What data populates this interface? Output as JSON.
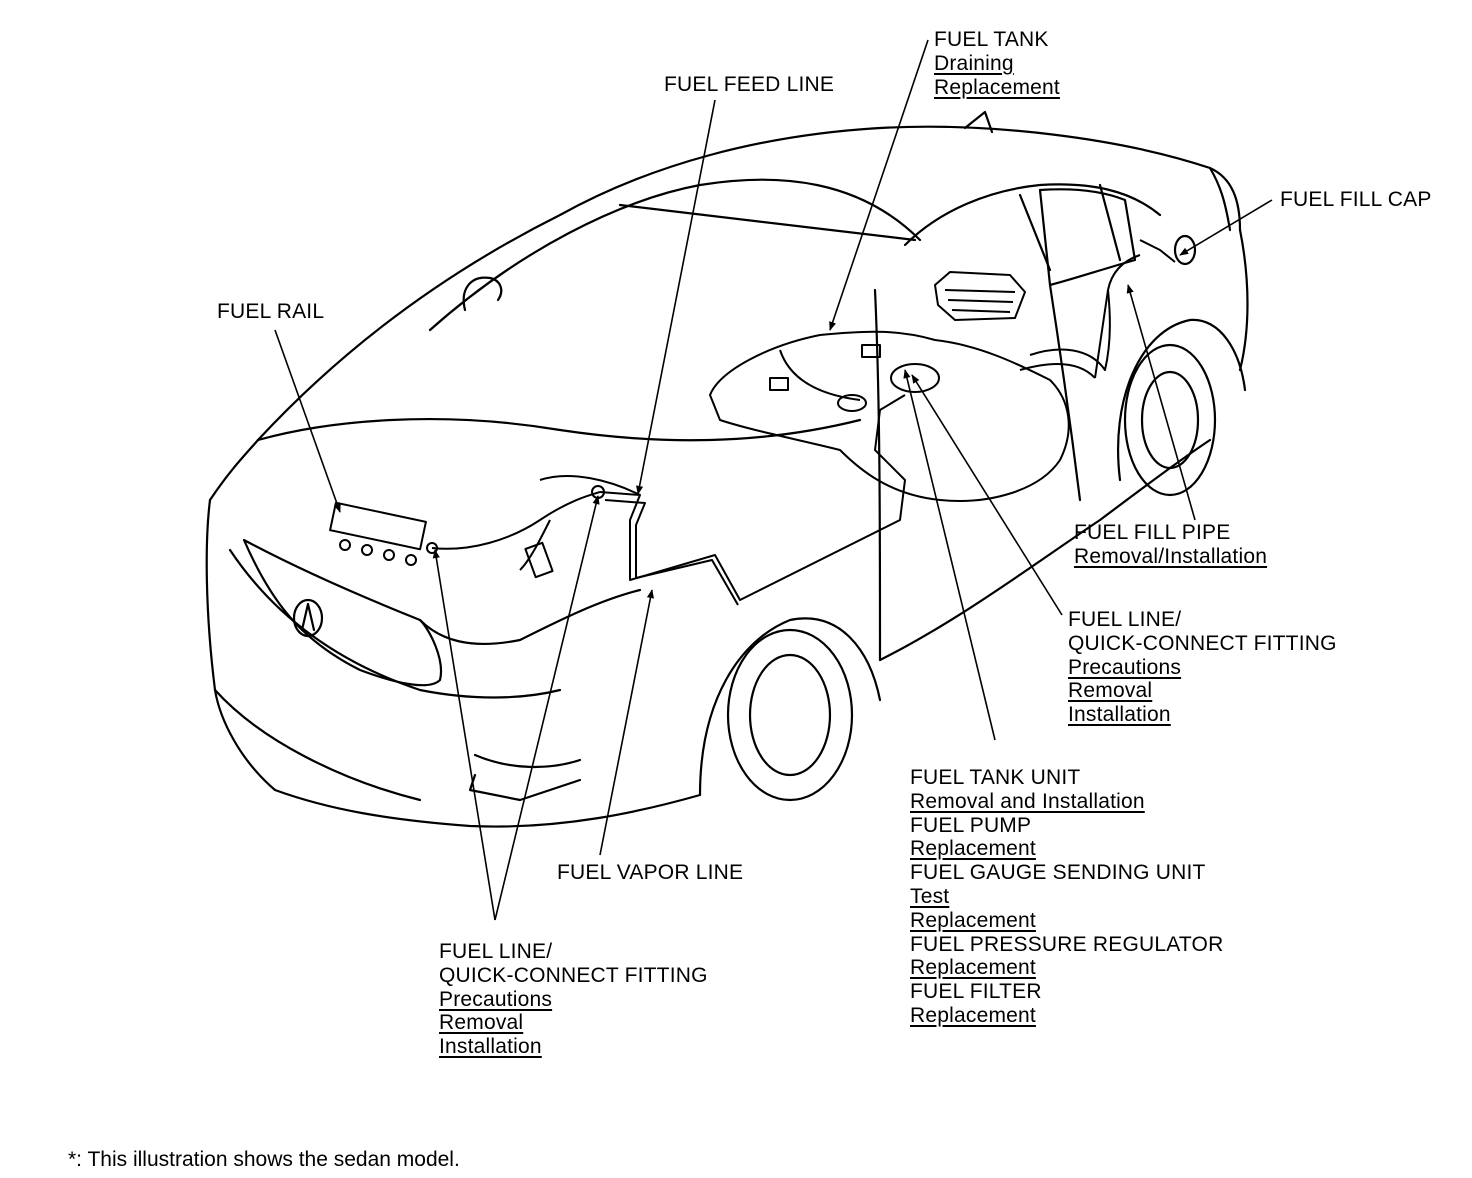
{
  "labels": {
    "fuel_tank": {
      "title": "FUEL TANK",
      "links": [
        "Draining",
        "Replacement"
      ]
    },
    "fuel_feed_line": {
      "title": "FUEL FEED LINE"
    },
    "fuel_fill_cap": {
      "title": "FUEL FILL CAP"
    },
    "fuel_rail": {
      "title": "FUEL RAIL"
    },
    "fuel_fill_pipe": {
      "title": "FUEL FILL PIPE",
      "links": [
        "Removal/Installation"
      ]
    },
    "fuel_line_rear": {
      "title_lines": [
        "FUEL LINE/",
        "QUICK-CONNECT FITTING"
      ],
      "links": [
        "Precautions",
        "Removal",
        "Installation"
      ]
    },
    "fuel_tank_unit": {
      "lines": [
        {
          "text": "FUEL TANK UNIT",
          "link": false
        },
        {
          "text": "Removal and Installation",
          "link": true
        },
        {
          "text": "FUEL PUMP",
          "link": false
        },
        {
          "text": "Replacement",
          "link": true
        },
        {
          "text": "FUEL GAUGE SENDING UNIT",
          "link": false
        },
        {
          "text": "Test",
          "link": true
        },
        {
          "text": "Replacement",
          "link": true
        },
        {
          "text": "FUEL PRESSURE REGULATOR",
          "link": false
        },
        {
          "text": "Replacement",
          "link": true
        },
        {
          "text": "FUEL FILTER",
          "link": false
        },
        {
          "text": "Replacement",
          "link": true
        }
      ]
    },
    "fuel_vapor_line": {
      "title": "FUEL VAPOR LINE"
    },
    "fuel_line_front": {
      "title_lines": [
        "FUEL LINE/",
        "QUICK-CONNECT FITTING"
      ],
      "links": [
        "Precautions",
        "Removal",
        "Installation"
      ]
    }
  },
  "footnote": "*: This illustration shows the sedan model."
}
